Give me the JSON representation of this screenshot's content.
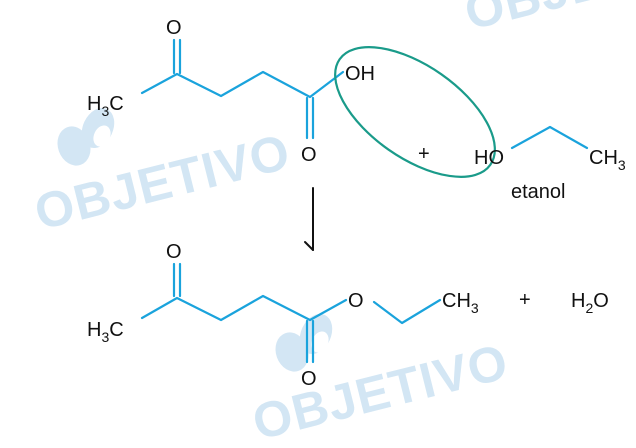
{
  "colors": {
    "bond": "#1aa3dc",
    "highlight_ellipse": "#1a9b8a",
    "text": "#111111",
    "watermark": "#cfe4f3"
  },
  "watermark": {
    "brand": "OBJETIVO",
    "icon": "objetivo-logo-icon"
  },
  "reactant_acid": {
    "ketone_oxygen": "O",
    "methyl_main": "H",
    "methyl_subscript": "3",
    "methyl_carbon": "C",
    "hydroxyl": "OH",
    "carbonyl_oxygen": "O"
  },
  "plus_reactants": "+",
  "ethanol": {
    "hydroxyl_h": "H",
    "hydroxyl_o": "O",
    "methyl_main": "CH",
    "methyl_subscript": "3",
    "name": "etanol"
  },
  "product_ester": {
    "ketone_oxygen": "O",
    "methyl_main": "H",
    "methyl_subscript": "3",
    "methyl_carbon": "C",
    "ester_oxygen": "O",
    "carbonyl_oxygen": "O",
    "ethyl_methyl_main": "CH",
    "ethyl_methyl_subscript": "3"
  },
  "plus_products": "+",
  "water": {
    "h": "H",
    "subscript": "2",
    "o": "O"
  }
}
